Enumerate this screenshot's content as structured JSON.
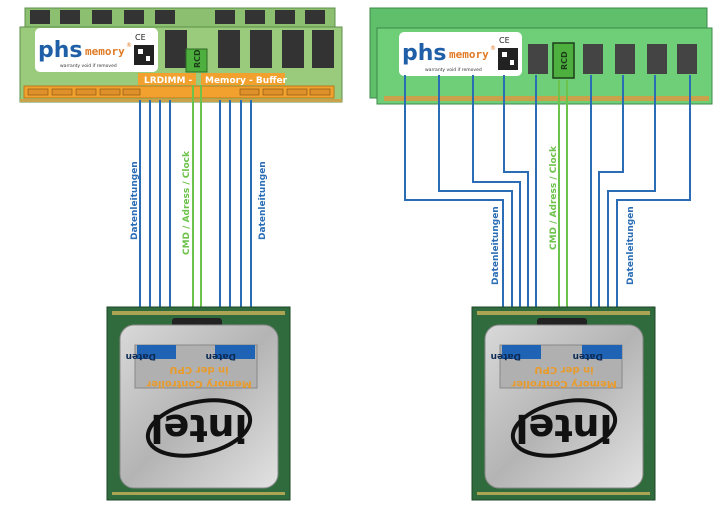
{
  "left_module": {
    "brand_phs": "phs",
    "brand_memory": "memory",
    "registered": "®",
    "ce": "CE",
    "warranty": "warranty void if removed",
    "rcd": "RCD",
    "buffer_label_1": "LRDIMM -",
    "buffer_label_2": "Memory - Buffer"
  },
  "right_module": {
    "brand_phs": "phs",
    "brand_memory": "memory",
    "registered": "®",
    "ce": "CE",
    "warranty": "warranty void if removed",
    "rcd": "RCD"
  },
  "labels": {
    "data_lines": "Datenleitungen",
    "cmd": "CMD / Adress / Clock"
  },
  "cpu": {
    "daten": "Daten",
    "mc_line1": "Memory Controller",
    "mc_line2": "in der CPU",
    "logo": "intel"
  },
  "colors": {
    "data_line": "#2a6db5",
    "cmd_line": "#6cc24a",
    "pcb": "#7fc46a",
    "accent": "#f2a12e"
  }
}
